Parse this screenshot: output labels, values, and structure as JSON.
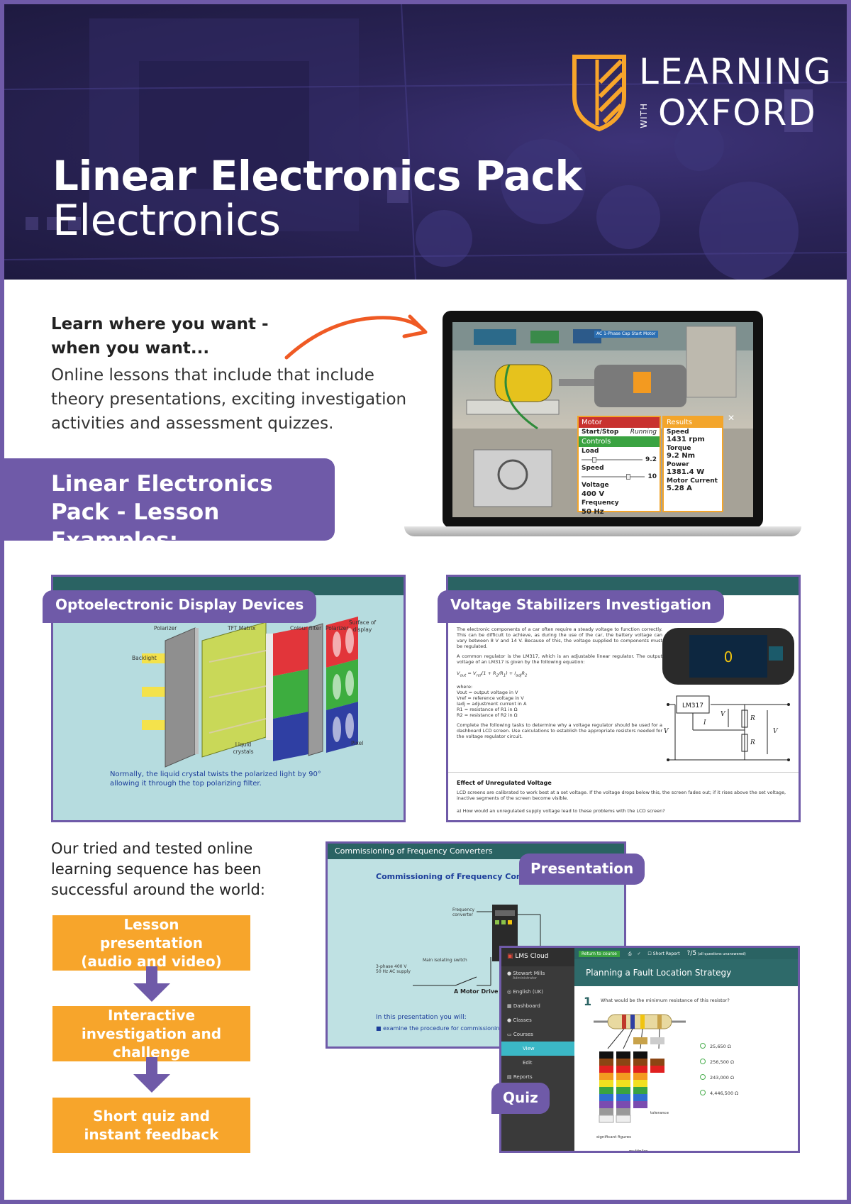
{
  "brand": {
    "logo_line1": "LEARNING",
    "logo_with": "WITH",
    "logo_line2": "OXFORD",
    "accent": "#f7a52b",
    "purple": "#6f5aa8",
    "teal": "#2a6363"
  },
  "hero": {
    "title": "Linear Electronics Pack",
    "subtitle": "Electronics"
  },
  "intro": {
    "heading": "Learn where you want - when you want...",
    "body": "Online lessons that include that include theory presentations, exciting investigation activities and assessment quizzes."
  },
  "laptop": {
    "badge": "AC 1-Phase Cap Start Motor",
    "motor_label": "Motor",
    "start_stop": "Start/Stop",
    "running": "Running",
    "controls_label": "Controls",
    "load_label": "Load",
    "load_value": "9.2",
    "speed_label": "Speed",
    "speed_value": "10",
    "voltage_label": "Voltage",
    "voltage_value": "400 V",
    "frequency_label": "Frequency",
    "frequency_value": "50 Hz",
    "results_label": "Results",
    "r_speed_label": "Speed",
    "r_speed_value": "1431 rpm",
    "r_torque_label": "Torque",
    "r_torque_value": "9.2 Nm",
    "r_power_label": "Power",
    "r_power_value": "1381.4 W",
    "r_current_label": "Motor Current",
    "r_current_value": "5.28 A"
  },
  "lesson_banner": "Linear Electronics Pack - Lesson Examples:",
  "card_opto": {
    "tag": "Optoelectronic Display Devices",
    "labels": {
      "polarizer1": "Polarizer",
      "tft": "TFT Matrix",
      "colour": "Colour filter",
      "polarizer2": "Polarizer",
      "surface": "Surface of display",
      "backlight": "Backlight",
      "liquid": "Liquid crystals",
      "pixel": "Pixel"
    },
    "caption": "Normally, the liquid crystal twists the polarized light by 90° allowing it through the top polarizing filter."
  },
  "card_voltage": {
    "tag": "Voltage Stabilizers Investigation",
    "para1": "The electronic components of a car often require a steady voltage to function correctly. This can be difficult to achieve, as during the use of the car, the battery voltage can vary between 8 V and 14 V. Because of this, the voltage supplied to components must be regulated.",
    "para2": "A common regulator is the LM317, which is an adjustable linear regulator. The output voltage of an LM317 is given by the following equation:",
    "where": "where:",
    "defs": [
      "Vout = output voltage in V",
      "Vref = reference voltage in V",
      "Iadj = adjustment current in A",
      "R1 = resistance of R1 in Ω",
      "R2 = resistance of R2 in Ω"
    ],
    "para3": "Complete the following tasks to determine why a voltage regulator should be used for a dashboard LCD screen. Use calculations to establish the appropriate resistors needed for the voltage regulator circuit.",
    "section_title": "Effect of Unregulated Voltage",
    "para4": "LCD screens are calibrated to work best at a set voltage. If the voltage drops below this, the screen fades out; if it rises above the set voltage, inactive segments of the screen become visible.",
    "question": "a) How would an unregulated supply voltage lead to these problems with the LCD screen?",
    "chip": "LM317"
  },
  "sequence": {
    "text": "Our tried and tested online learning sequence has been successful around the world:",
    "steps": [
      "Lesson presentation (audio and video)",
      "Interactive investigation and challenge",
      "Short quiz and instant feedback"
    ]
  },
  "presentation": {
    "tag": "Presentation",
    "topbar": "Commissioning of Frequency Converters",
    "title": "Commissioning of Frequency Converters",
    "freq_label": "Frequency converter",
    "switch_label": "Main isolating switch",
    "supply_label": "3-phase 400 V 50 Hz AC supply",
    "system_label": "A Motor Drive Syste",
    "intro": "In this presentation you will:",
    "bullet": "examine the procedure for commissioning"
  },
  "quiz": {
    "tag": "Quiz",
    "app": "LMS Cloud",
    "user": "Stewart Mills",
    "role": "Administrator",
    "nav": [
      "English (UK)",
      "Dashboard",
      "Classes",
      "Courses",
      "View",
      "Edit",
      "Reports"
    ],
    "return_btn": "Return to course",
    "short_report": "Short Report",
    "score": "?/5",
    "score_note": "(all questions unanswered)",
    "title": "Planning a Fault Location Strategy",
    "q_number": "1",
    "q_text": "What would be the minimum resistance of this resistor?",
    "options": [
      "25,650 Ω",
      "256,500 Ω",
      "243,000 Ω",
      "4,446,500 Ω"
    ],
    "tolerance": "tolerance",
    "multiplier": "multiplier",
    "sig": "significant figures"
  }
}
